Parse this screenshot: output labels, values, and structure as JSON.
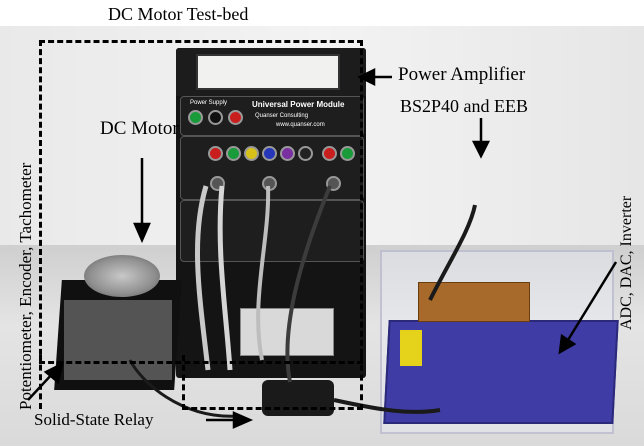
{
  "labels": {
    "testbed": "DC Motor Test-bed",
    "power_amplifier": "Power Amplifier",
    "dc_motor": "DC Motor",
    "bs2p40": "BS2P40 and EEB",
    "sensors": "Potentiometer, Encoder, Tachometer",
    "adc": "ADC, DAC, Inverter",
    "relay": "Solid-State Relay"
  },
  "equipment": {
    "power_module_title": "Universal Power Module",
    "power_module_brand": "Quanser Consulting",
    "power_module_url": "www.quanser.com",
    "power_supply_label": "Power Supply"
  },
  "colors": {
    "dashed_box": "#000000",
    "amplifier_body": "#141414",
    "breadboard": "#3f3ca6",
    "pcb": "#a86a2a"
  }
}
